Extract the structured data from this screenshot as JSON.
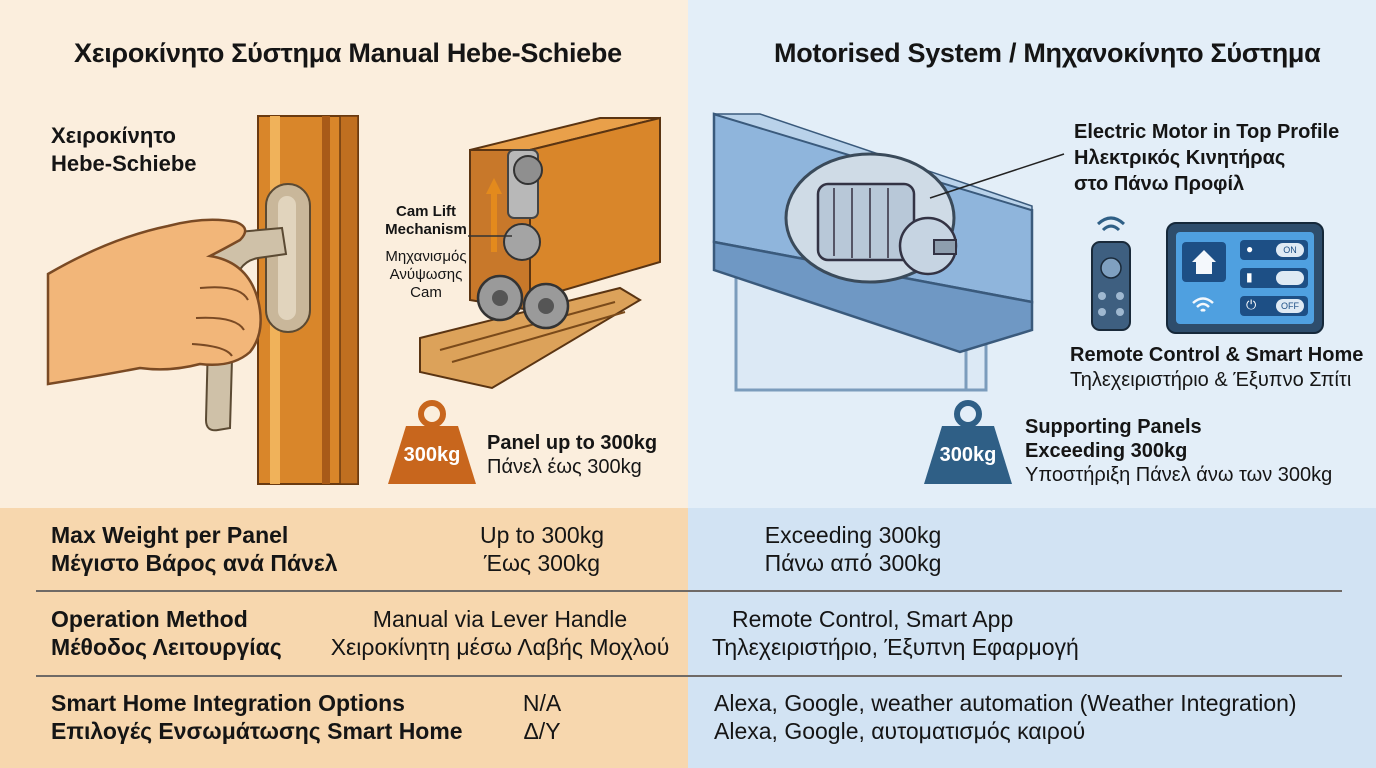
{
  "manual": {
    "title": "Χειροκίνητο Σύστημα Manual Hebe-Schiebe",
    "label_line1": "Χειροκίνητο",
    "label_line2": "Hebe-Schiebe",
    "cam_label": [
      "Cam Lift",
      "Mechanism",
      "Μηχανισμός",
      "Ανύψωσης",
      "Cam"
    ],
    "weight_badge": "300kg",
    "weight_caption_en": "Panel up to 300kg",
    "weight_caption_gr": "Πάνελ έως 300kg",
    "colors": {
      "accent": "#c8661d",
      "frame": "#d9862a"
    }
  },
  "motorised": {
    "title": "Motorised System / Μηχανοκίνητο Σύστημα",
    "motor_label": [
      "Electric Motor in Top Profile",
      "Ηλεκτρικός Κινητήρας",
      "στο Πάνω Προφίλ"
    ],
    "control_label_en": "Remote Control & Smart Home",
    "control_label_gr": "Τηλεχειριστήριο & Έξυπνο Σπίτι",
    "tablet_toggles": [
      "ON",
      "",
      "OFF"
    ],
    "weight_badge": "300kg",
    "weight_caption": [
      "Supporting Panels",
      "Exceeding 300kg",
      "Υποστήριξη Πάνελ άνω των 300kg"
    ],
    "colors": {
      "accent": "#2f5f86",
      "profile": "#7fa9d3"
    }
  },
  "table": [
    {
      "label_en": "Max Weight per Panel",
      "label_gr": "Μέγιστο Βάρος ανά Πάνελ",
      "manual_en": "Up to 300kg",
      "manual_gr": "Έως 300kg",
      "motor_en": "Exceeding 300kg",
      "motor_gr": "Πάνω από 300kg"
    },
    {
      "label_en": "Operation Method",
      "label_gr": "Μέθοδος Λειτουργίας",
      "manual_en": "Manual via Lever Handle",
      "manual_gr": "Χειροκίνητη μέσω Λαβής Μοχλού",
      "motor_en": "Remote Control, Smart App",
      "motor_gr": "Τηλεχειριστήριο, Έξυπνη Εφαρμογή"
    },
    {
      "label_en": "Smart Home Integration Options",
      "label_gr": "Επιλογές Ενσωμάτωσης Smart Home",
      "manual_en": "N/A",
      "manual_gr": "Δ/Υ",
      "motor_en": "Alexa, Google, weather automation (Weather Integration)",
      "motor_gr": "Alexa, Google, αυτοματισμός καιρού"
    }
  ]
}
